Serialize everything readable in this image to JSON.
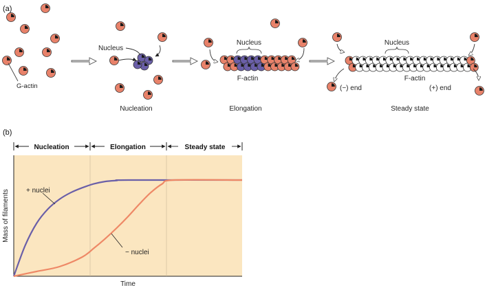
{
  "panel_a": {
    "label": "(a)",
    "g_actin_label": "G-actin",
    "nucleus_label": "Nucleus",
    "nucleus_label_2": "Nucleus",
    "nucleus_label_3": "Nucleus",
    "f_actin_label": "F-actin",
    "f_actin_label_2": "F-actin",
    "minus_end_label": "(−) end",
    "plus_end_label": "(+) end",
    "stage_nucleation": "Nucleation",
    "stage_elongation": "Elongation",
    "stage_steady": "Steady state"
  },
  "panel_b": {
    "label": "(b)",
    "phase_nucleation": "Nucleation",
    "phase_elongation": "Elongation",
    "phase_steady": "Steady state",
    "y_axis_label": "Mass of filaments",
    "x_axis_label": "Time",
    "curve_plus_label": "+ nuclei",
    "curve_minus_label": "− nuclei"
  },
  "colors": {
    "g_actin": "#e8826a",
    "nucleus_actin": "#6a5fa8",
    "plot_bg": "#fbe6c0",
    "curve_plus": "#6a5fa8",
    "curve_minus": "#ee8866"
  },
  "chart_data": {
    "type": "line",
    "xlabel": "Time",
    "ylabel": "Mass of filaments",
    "xlim": [
      0,
      1
    ],
    "ylim": [
      0,
      1
    ],
    "grid": false,
    "series": [
      {
        "name": "+ nuclei",
        "x": [
          0,
          0.05,
          0.1,
          0.15,
          0.2,
          0.25,
          0.3,
          0.35,
          0.4,
          0.45,
          0.5,
          1.0
        ],
        "y": [
          0,
          0.32,
          0.55,
          0.7,
          0.8,
          0.87,
          0.92,
          0.96,
          0.985,
          0.995,
          1.0,
          1.0
        ]
      },
      {
        "name": "− nuclei",
        "x": [
          0,
          0.1,
          0.2,
          0.3,
          0.35,
          0.4,
          0.45,
          0.5,
          0.55,
          0.6,
          0.65,
          0.7,
          1.0
        ],
        "y": [
          0,
          0.05,
          0.1,
          0.2,
          0.29,
          0.39,
          0.5,
          0.62,
          0.75,
          0.87,
          0.96,
          1.0,
          1.0
        ]
      }
    ]
  }
}
